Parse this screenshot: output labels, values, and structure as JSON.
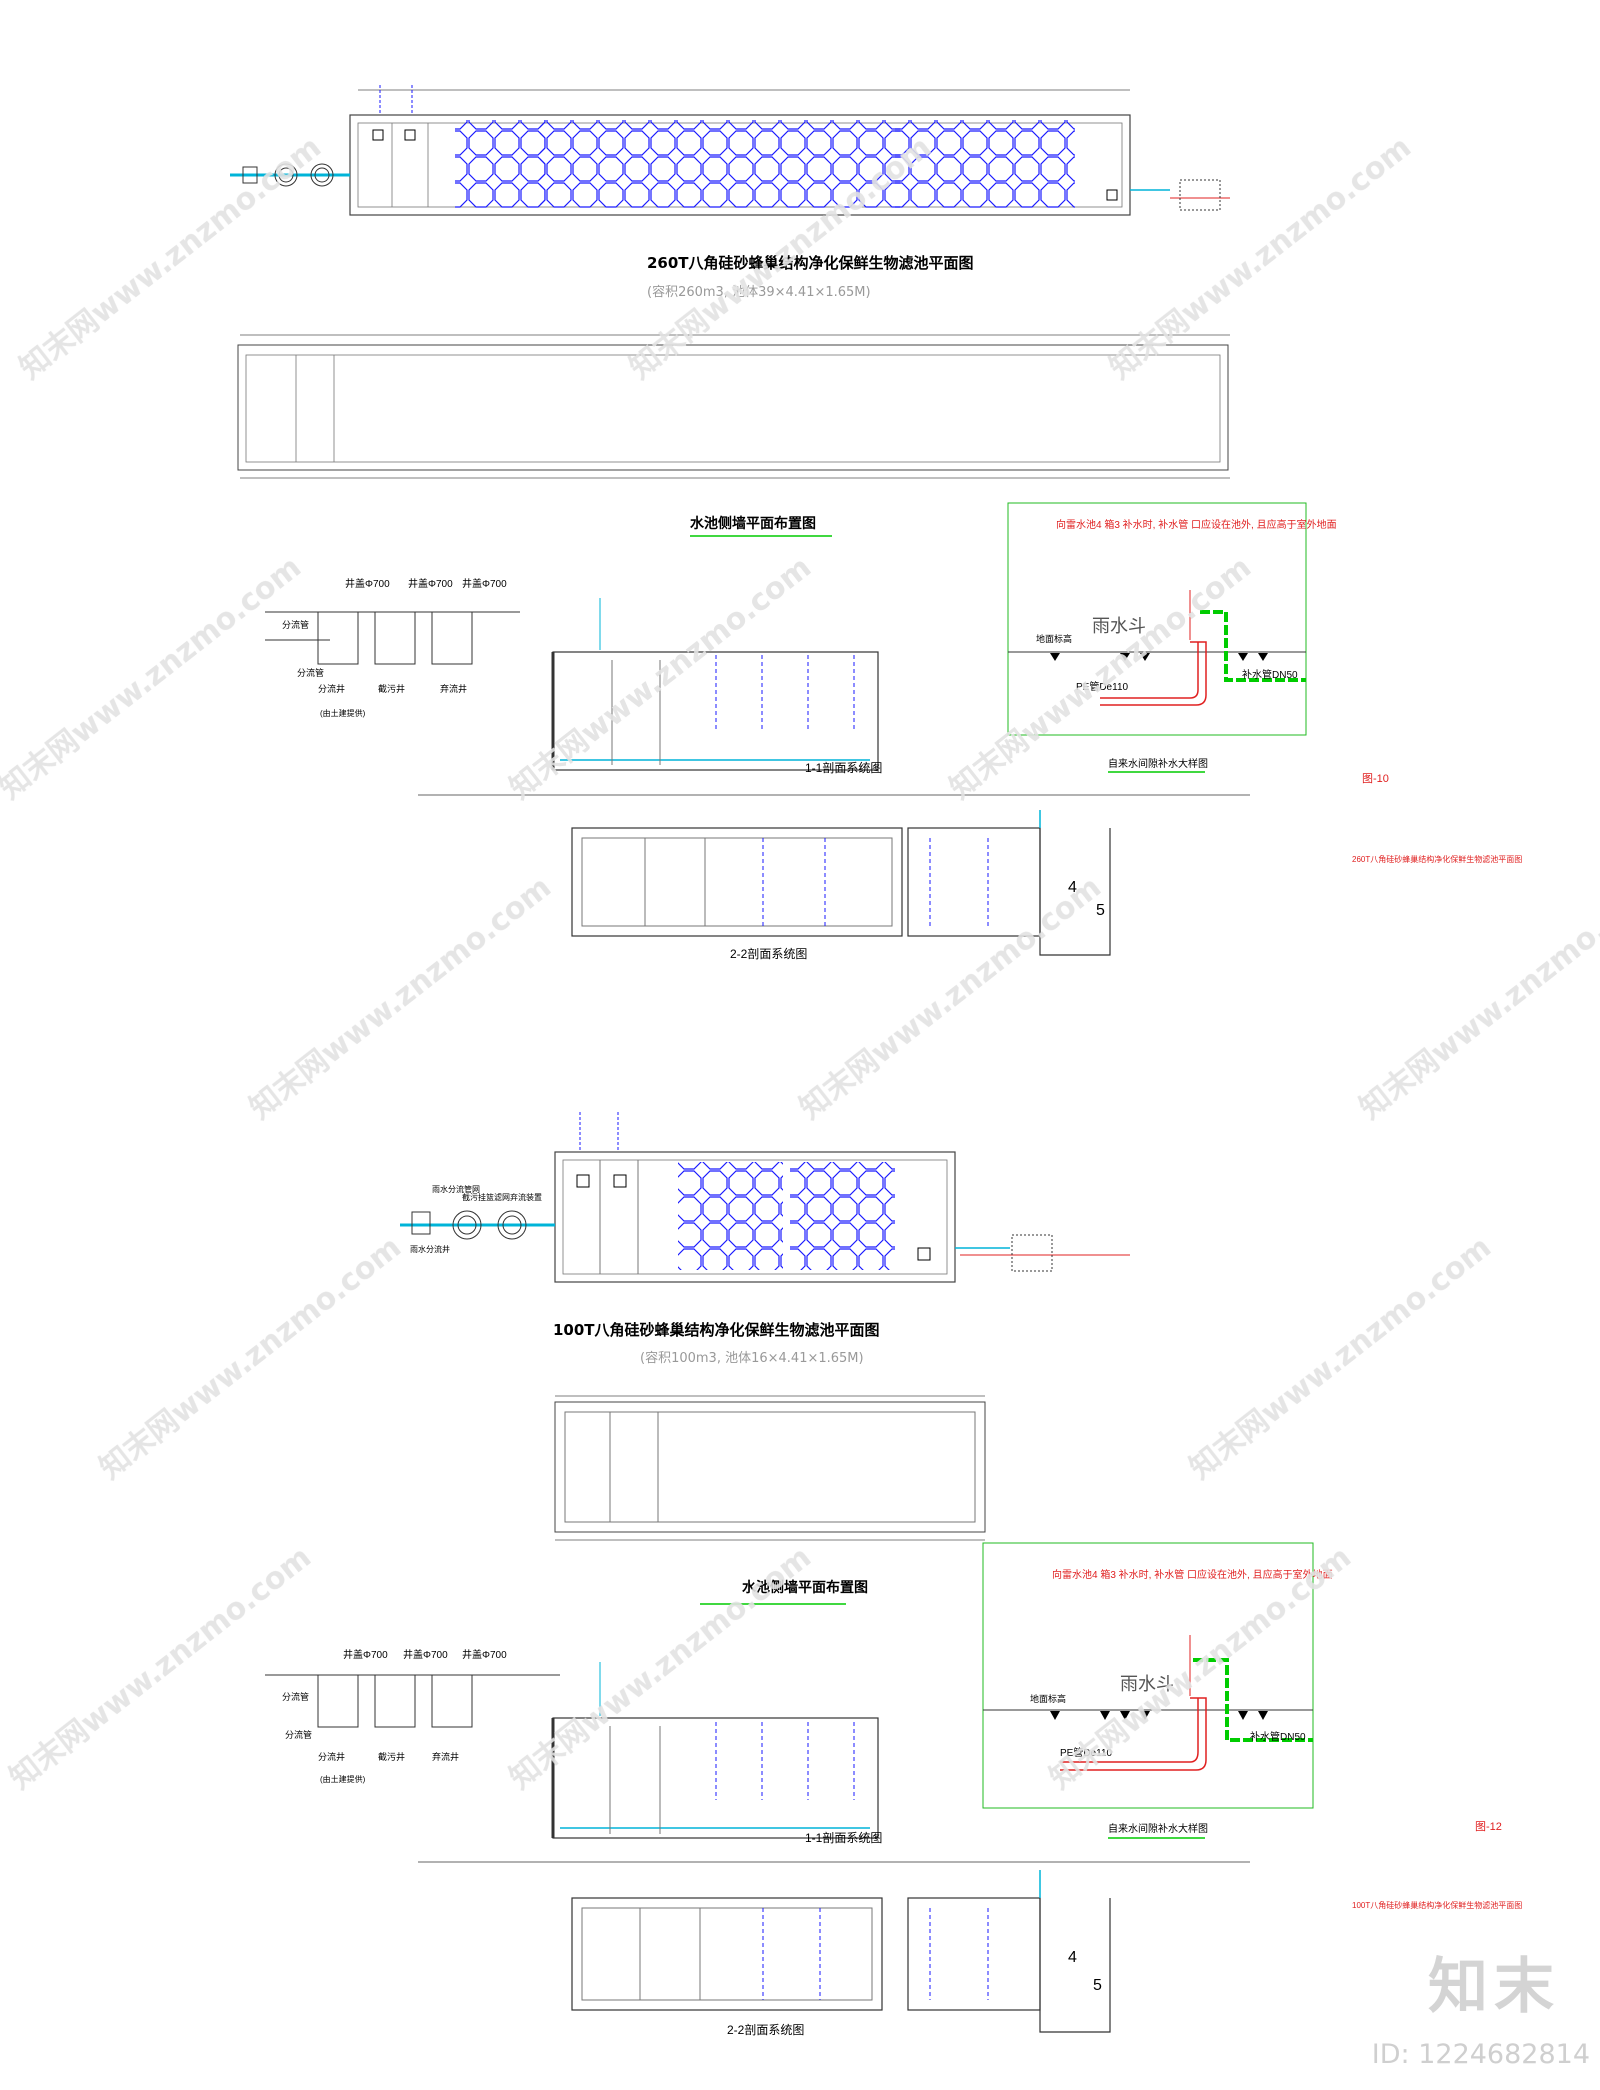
{
  "upper": {
    "plan_title": "260T八角硅砂蜂巢结构净化保鲜生物滤池平面图",
    "plan_subtitle": "(容积260m3, 池体39×4.41×1.65M)",
    "wall_plan_title": "水池侧墙平面布置图",
    "section11_title": "1-1剖面系统图",
    "section22_title": "2-2剖面系统图",
    "detail_title": "自来水间隙补水大样图",
    "well_labels": [
      "井盖Φ700",
      "井盖Φ700",
      "井盖Φ700"
    ],
    "left_labels": [
      "分流管",
      "分流管",
      "分流井",
      "截污井",
      "弃流井",
      "(由土建提供)"
    ],
    "rain_note": "向雷水池4 箱3 补水时, 补水管 口应设在池外, 且应高于室外地面",
    "rain_hopper": "雨水斗",
    "ground_label": "地面标高",
    "pe_pipe": "PE管De110",
    "supply_pipe": "补水管DN50",
    "sheet_no": "图-10",
    "sheet_desc": "260T八角硅砂蜂巢结构净化保鲜生物滤池平面图",
    "marker4": "4",
    "marker5": "5"
  },
  "lower": {
    "plan_title": "100T八角硅砂蜂巢结构净化保鲜生物滤池平面图",
    "plan_subtitle": "(容积100m3, 池体16×4.41×1.65M)",
    "wall_plan_title": "水池侧墙平面布置图",
    "section11_title": "1-1剖面系统图",
    "section22_title": "2-2剖面系统图",
    "detail_title": "自来水间隙补水大样图",
    "well_labels": [
      "井盖Φ700",
      "井盖Φ700",
      "井盖Φ700"
    ],
    "left_labels": [
      "分流管",
      "分流管",
      "分流井",
      "截污井",
      "弃流井",
      "(由土建提供)"
    ],
    "rain_note": "向雷水池4 箱3 补水时, 补水管 口应设在池外, 且应高于室外地面",
    "rain_hopper": "雨水斗",
    "ground_label": "地面标高",
    "pe_pipe": "PE管De110",
    "supply_pipe": "补水管DN50",
    "sheet_no": "图-12",
    "sheet_desc": "100T八角硅砂蜂巢结构净化保鲜生物滤池平面图",
    "marker4": "4",
    "marker5": "5",
    "plan_labels": [
      "雨水分流管网",
      "截污挂篮滤网",
      "弃流装置",
      "雨水分流井"
    ]
  },
  "watermark": {
    "text": "知末网www.znzmo.com"
  },
  "branding": {
    "logo": "知末",
    "id": "ID: 1224682814"
  },
  "colors": {
    "blue": "#1a1aff",
    "cyan": "#00b4d8",
    "green": "#00cc00",
    "red": "#e02020",
    "line": "#333333"
  }
}
